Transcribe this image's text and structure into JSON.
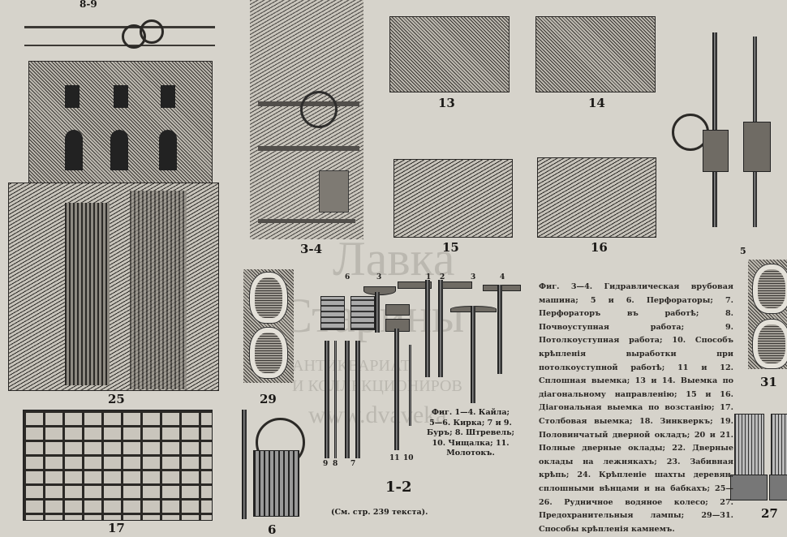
{
  "figure_labels": {
    "fig_8_9": "8-9",
    "fig_25": "25",
    "fig_17": "17",
    "fig_3_4": "3-4",
    "fig_29": "29",
    "fig_6": "6",
    "fig_13": "13",
    "fig_14": "14",
    "fig_15": "15",
    "fig_16": "16",
    "fig_5": "5",
    "fig_31": "31",
    "fig_27": "27",
    "fig_1_2": "1-2"
  },
  "tool_numbers_top": [
    "6",
    "3",
    "1",
    "2",
    "3",
    "4"
  ],
  "tool_numbers_bottom": [
    "9",
    "8",
    "7",
    "11",
    "10"
  ],
  "tools_caption": [
    "Фиг. 1—4. Кайла;",
    "5—6. Кирка; 7 и 9.",
    "Буръ; 8. Штревель;",
    "10. Чищалка; 11.",
    "Молотокъ."
  ],
  "main_caption": "Фиг. 3—4. Гидравлическая врубовая машина; 5 и 6. Перфораторы; 7. Перфораторъ въ работѣ; 8. Почвоуступная работа; 9. Потолкоуступная работа; 10. Способъ крѣпленія выработки при потолкоуступной работѣ; 11 и 12. Сплошная выемка; 13 и 14. Выемка по діагональному направленію; 15 и 16. Діагональная выемка по возстанію; 17. Столбовая выемка; 18. Зинкверкъ; 19. Половинчатый дверной окладъ; 20 и 21. Полные дверные оклады; 22. Дверные оклады на лежнякахъ; 23. Забивная крѣпь; 24. Крѣпленіе шахты деревян. сплошными вѣнцами и на бабкахъ; 25—26. Рудничное водяное колесо; 27. Предохранительныя лампы; 29—31. Способы крѣпленія камнемъ.",
  "footnote": "(См. стр. 239 текста).",
  "watermark": [
    "Лавка",
    "Старины",
    "АНТИКВАРИАТ",
    "И КОЛЛЕКЦИОНИРОВ",
    "www.dvaveka"
  ]
}
